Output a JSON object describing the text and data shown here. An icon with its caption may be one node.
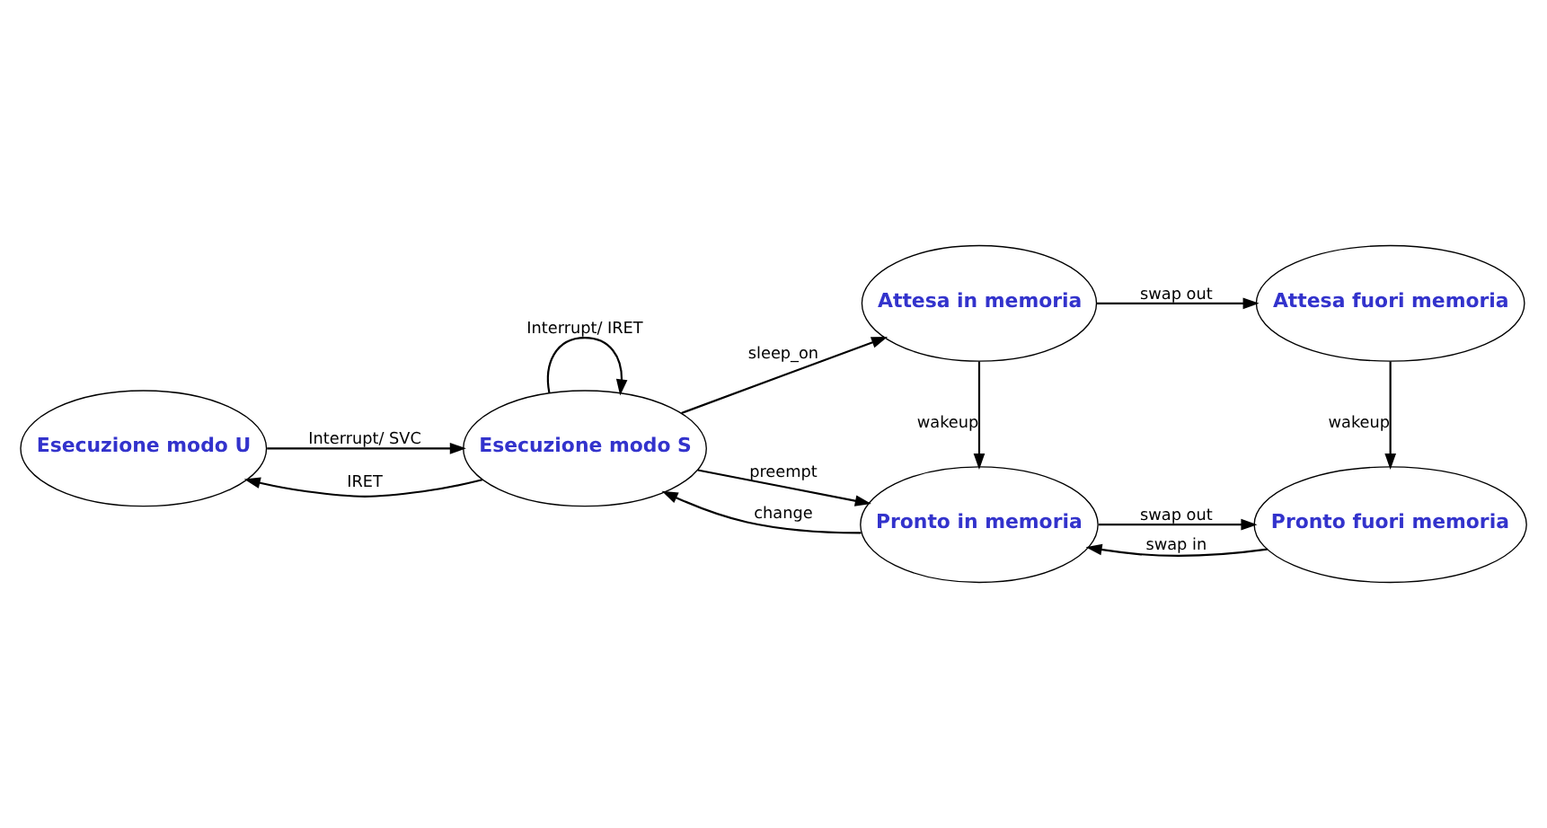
{
  "diagram": {
    "nodes": [
      {
        "text": [
          "Esecuzione modo U"
        ]
      },
      {
        "text": [
          "Esecuzione modo S"
        ]
      },
      {
        "text": [
          "Pronto in memoria"
        ]
      },
      {
        "text": [
          "Pronto fuori memoria"
        ]
      },
      {
        "text": [
          "Attesa in memoria"
        ]
      },
      {
        "text": [
          "Attesa fuori memoria"
        ]
      }
    ],
    "edges": [
      {
        "from": 1,
        "to": 0,
        "arrow": "to",
        "label": "IRET"
      },
      {
        "from": 0,
        "to": 1,
        "arrow": "to",
        "label": "Interrupt/ SVC"
      },
      {
        "from": 1,
        "to": 1,
        "arrow": "to",
        "label": "Interrupt/ IRET"
      },
      {
        "from": 1,
        "to": 2,
        "arrow": "to",
        "label": "preempt"
      },
      {
        "from": 2,
        "to": 1,
        "arrow": "to",
        "label": "change"
      },
      {
        "from": 1,
        "to": 4,
        "arrow": "to",
        "label": "sleep_on"
      },
      {
        "from": 4,
        "to": 2,
        "arrow": "to",
        "label": "wakeup"
      },
      {
        "from": 2,
        "to": 3,
        "arrow": "to",
        "label": "swap out"
      },
      {
        "from": 3,
        "to": 2,
        "arrow": "to",
        "label": "swap in"
      },
      {
        "from": 4,
        "to": 5,
        "arrow": "to",
        "label": "swap out"
      },
      {
        "from": 5,
        "to": 3,
        "arrow": "to",
        "label": "wakeup"
      }
    ]
  }
}
